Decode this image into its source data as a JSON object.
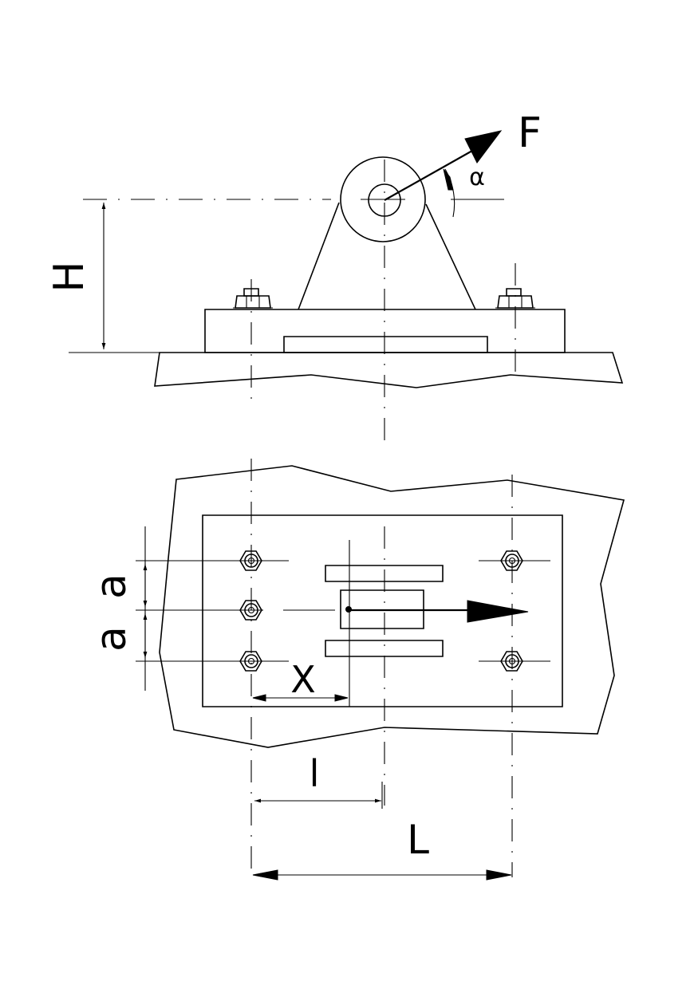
{
  "labels": {
    "force": "F",
    "angle": "α",
    "height": "H",
    "spacing_top": "a",
    "spacing_bottom": "a",
    "offset": "X",
    "half_length": "l",
    "length": "L"
  },
  "colors": {
    "stroke": "#000000",
    "background": "#ffffff"
  }
}
